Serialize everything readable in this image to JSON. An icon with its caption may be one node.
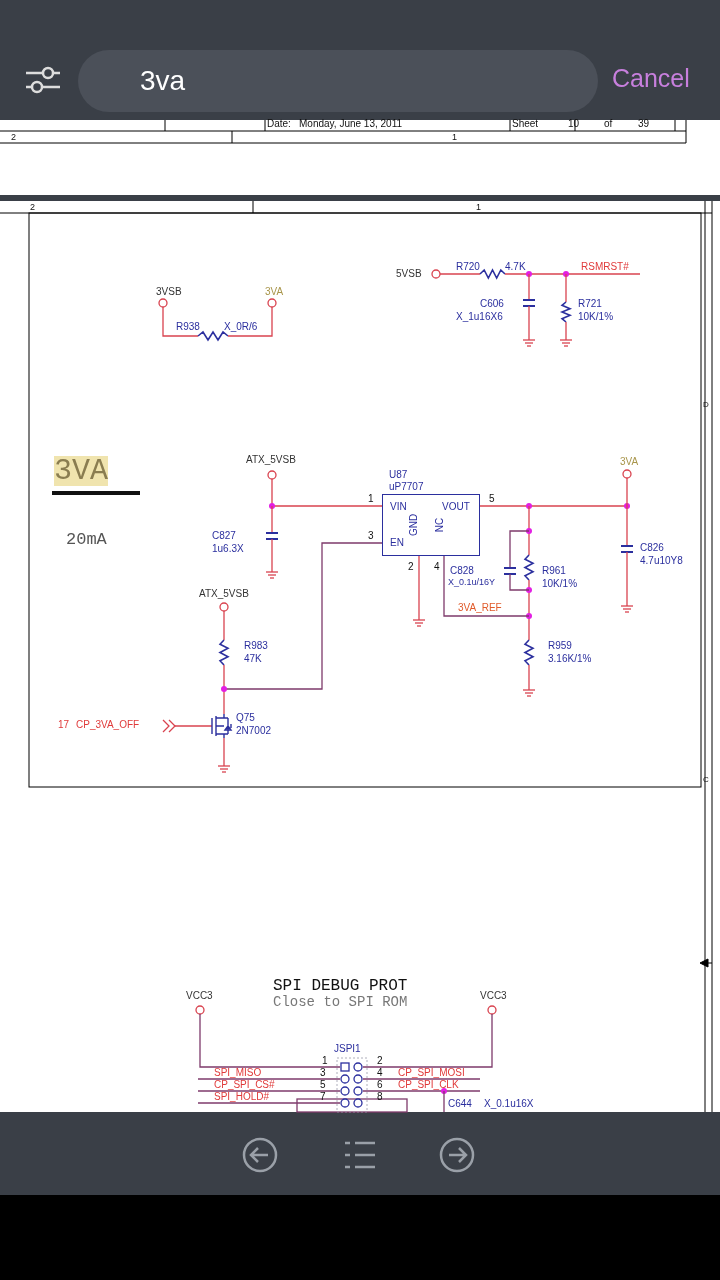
{
  "diagram": {
    "nodes": [
      {
        "text": [
          "VIN",
          "VOUT",
          "EN",
          "GND",
          "NC"
        ],
        "beside": [
          "U87",
          "uP7707",
          "1",
          "5",
          "3",
          "2",
          "4"
        ]
      }
    ],
    "labels": [
      "3va",
      "Cancel",
      "Date:",
      "Monday, June 13, 2011",
      "Sheet",
      "10",
      "of",
      "39",
      "2",
      "1",
      "2",
      "1",
      "D",
      "5VSB",
      "R720",
      "4.7K",
      "RSMRST#",
      "3VSB",
      "3VA",
      "C606",
      "X_1u16X6",
      "R721",
      "10K/1%",
      "R938",
      "X_0R/6",
      "3VA",
      "ATX_5VSB",
      "3VA",
      "20mA",
      "C827",
      "1u6.3X",
      "C826",
      "4.7u10Y8",
      "C828",
      "X_0.1u/16Y",
      "R961",
      "10K/1%",
      "3VA_REF",
      "ATX_5VSB",
      "R983",
      "47K",
      "R959",
      "3.16K/1%",
      "17",
      "CP_3VA_OFF",
      "Q75",
      "2N7002",
      "C",
      "SPI DEBUG PROT",
      "Close to SPI ROM",
      "VCC3",
      "VCC3",
      "JSPI1",
      "1",
      "2",
      "SPI_MISO",
      "3",
      "4",
      "CP_SPI_MOSI",
      "CP_SPI_CS#",
      "5",
      "6",
      "CP_SPI_CLK",
      "SPI_HOLD#",
      "7",
      "8",
      "C644",
      "X_0.1u16X"
    ]
  }
}
